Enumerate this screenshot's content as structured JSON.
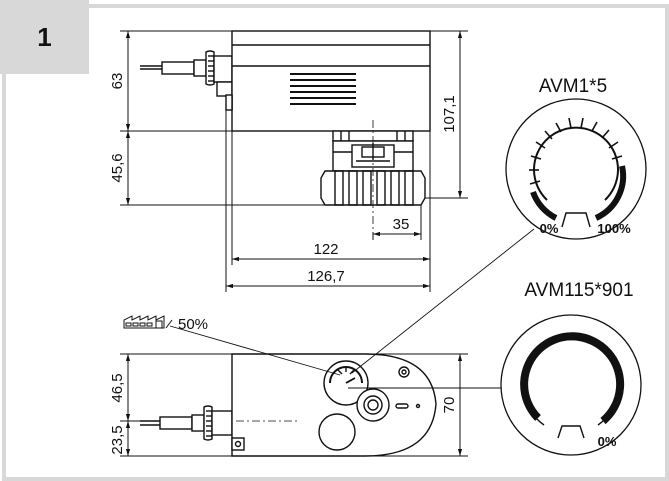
{
  "figure": {
    "number": "1"
  },
  "dimensions": {
    "height_upper": "63",
    "height_lower": "45,6",
    "total_height": "107,1",
    "shaft_offset": "35",
    "width_body": "122",
    "width_total": "126,7",
    "top_depth": "46,5",
    "top_offset": "23,5",
    "top_width": "70"
  },
  "scale_labels": {
    "model_a": "AVM1*5",
    "model_b": "AVM115*901",
    "a_min": "0%",
    "a_max": "100%",
    "b_min": "0%",
    "factory_setting": "50%"
  },
  "colors": {
    "line": "#111111",
    "frame": "#d8d8d8",
    "box": "#d8d8d8"
  }
}
